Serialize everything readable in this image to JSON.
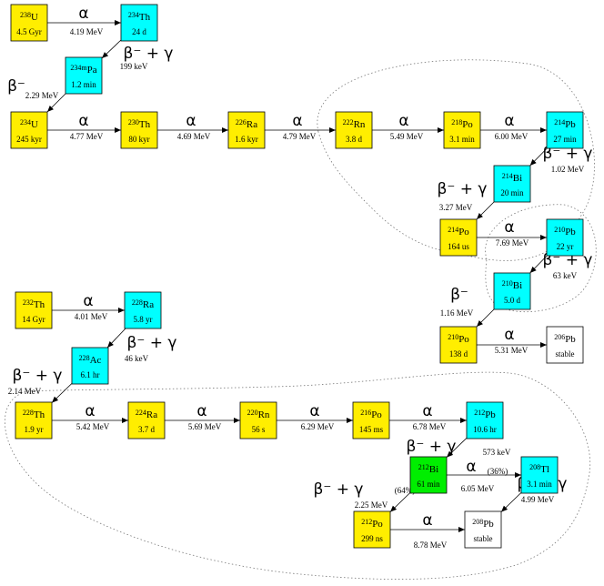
{
  "colors": {
    "alpha_parent": "#ffee00",
    "beta_parent": "#00ffff",
    "branching": "#00ee00",
    "stable": "#ffffff",
    "border": "#000000",
    "region_outline": "#777777"
  },
  "nodes": [
    {
      "id": "U238",
      "mass": "238",
      "element": "U",
      "halflife": "4.5 Gyr",
      "kind": "alpha_parent"
    },
    {
      "id": "Th234",
      "mass": "234",
      "element": "Th",
      "halflife": "24 d",
      "kind": "beta_parent"
    },
    {
      "id": "Pa234m",
      "mass": "234m",
      "element": "Pa",
      "halflife": "1.2 min",
      "kind": "beta_parent"
    },
    {
      "id": "U234",
      "mass": "234",
      "element": "U",
      "halflife": "245 kyr",
      "kind": "alpha_parent"
    },
    {
      "id": "Th230",
      "mass": "230",
      "element": "Th",
      "halflife": "80 kyr",
      "kind": "alpha_parent"
    },
    {
      "id": "Ra226",
      "mass": "226",
      "element": "Ra",
      "halflife": "1.6 kyr",
      "kind": "alpha_parent"
    },
    {
      "id": "Rn222",
      "mass": "222",
      "element": "Rn",
      "halflife": "3.8 d",
      "kind": "alpha_parent"
    },
    {
      "id": "Po218",
      "mass": "218",
      "element": "Po",
      "halflife": "3.1 min",
      "kind": "alpha_parent"
    },
    {
      "id": "Pb214",
      "mass": "214",
      "element": "Pb",
      "halflife": "27 min",
      "kind": "beta_parent"
    },
    {
      "id": "Bi214",
      "mass": "214",
      "element": "Bi",
      "halflife": "20 min",
      "kind": "beta_parent"
    },
    {
      "id": "Po214",
      "mass": "214",
      "element": "Po",
      "halflife": "164 us",
      "kind": "alpha_parent"
    },
    {
      "id": "Pb210",
      "mass": "210",
      "element": "Pb",
      "halflife": "22 yr",
      "kind": "beta_parent"
    },
    {
      "id": "Bi210",
      "mass": "210",
      "element": "Bi",
      "halflife": "5.0 d",
      "kind": "beta_parent"
    },
    {
      "id": "Po210",
      "mass": "210",
      "element": "Po",
      "halflife": "138 d",
      "kind": "alpha_parent"
    },
    {
      "id": "Pb206",
      "mass": "206",
      "element": "Pb",
      "halflife": "stable",
      "kind": "stable"
    },
    {
      "id": "Th232",
      "mass": "232",
      "element": "Th",
      "halflife": "14 Gyr",
      "kind": "alpha_parent"
    },
    {
      "id": "Ra228",
      "mass": "228",
      "element": "Ra",
      "halflife": "5.8 yr",
      "kind": "beta_parent"
    },
    {
      "id": "Ac228",
      "mass": "228",
      "element": "Ac",
      "halflife": "6.1 hr",
      "kind": "beta_parent"
    },
    {
      "id": "Th228",
      "mass": "228",
      "element": "Th",
      "halflife": "1.9 yr",
      "kind": "alpha_parent"
    },
    {
      "id": "Ra224",
      "mass": "224",
      "element": "Ra",
      "halflife": "3.7 d",
      "kind": "alpha_parent"
    },
    {
      "id": "Rn220",
      "mass": "220",
      "element": "Rn",
      "halflife": "56 s",
      "kind": "alpha_parent"
    },
    {
      "id": "Po216",
      "mass": "216",
      "element": "Po",
      "halflife": "145 ms",
      "kind": "alpha_parent"
    },
    {
      "id": "Pb212",
      "mass": "212",
      "element": "Pb",
      "halflife": "10.6 hr",
      "kind": "beta_parent"
    },
    {
      "id": "Bi212",
      "mass": "212",
      "element": "Bi",
      "halflife": "61 min",
      "kind": "branching"
    },
    {
      "id": "Tl208",
      "mass": "208",
      "element": "Tl",
      "halflife": "3.1 min",
      "kind": "beta_parent"
    },
    {
      "id": "Po212",
      "mass": "212",
      "element": "Po",
      "halflife": "299 ns",
      "kind": "alpha_parent"
    },
    {
      "id": "Pb208",
      "mass": "208",
      "element": "Pb",
      "halflife": "stable",
      "kind": "stable"
    }
  ],
  "decays": [
    {
      "from": "U238",
      "to": "Th234",
      "type": "α",
      "energy": "4.19 MeV"
    },
    {
      "from": "Th234",
      "to": "Pa234m",
      "type": "β⁻ + γ",
      "energy": "199 keV"
    },
    {
      "from": "Pa234m",
      "to": "U234",
      "type": "β⁻",
      "energy": "2.29 MeV"
    },
    {
      "from": "U234",
      "to": "Th230",
      "type": "α",
      "energy": "4.77 MeV"
    },
    {
      "from": "Th230",
      "to": "Ra226",
      "type": "α",
      "energy": "4.69 MeV"
    },
    {
      "from": "Ra226",
      "to": "Rn222",
      "type": "α",
      "energy": "4.79 MeV"
    },
    {
      "from": "Rn222",
      "to": "Po218",
      "type": "α",
      "energy": "5.49 MeV"
    },
    {
      "from": "Po218",
      "to": "Pb214",
      "type": "α",
      "energy": "6.00 MeV"
    },
    {
      "from": "Pb214",
      "to": "Bi214",
      "type": "β⁻ + γ",
      "energy": "1.02 MeV"
    },
    {
      "from": "Bi214",
      "to": "Po214",
      "type": "β⁻ + γ",
      "energy": "3.27 MeV"
    },
    {
      "from": "Po214",
      "to": "Pb210",
      "type": "α",
      "energy": "7.69 MeV"
    },
    {
      "from": "Pb210",
      "to": "Bi210",
      "type": "β⁻ + γ",
      "energy": "63 keV"
    },
    {
      "from": "Bi210",
      "to": "Po210",
      "type": "β⁻",
      "energy": "1.16 MeV"
    },
    {
      "from": "Po210",
      "to": "Pb206",
      "type": "α",
      "energy": "5.31 MeV"
    },
    {
      "from": "Th232",
      "to": "Ra228",
      "type": "α",
      "energy": "4.01 MeV"
    },
    {
      "from": "Ra228",
      "to": "Ac228",
      "type": "β⁻ + γ",
      "energy": "46 keV"
    },
    {
      "from": "Ac228",
      "to": "Th228",
      "type": "β⁻ + γ",
      "energy": "2.14 MeV"
    },
    {
      "from": "Th228",
      "to": "Ra224",
      "type": "α",
      "energy": "5.42 MeV"
    },
    {
      "from": "Ra224",
      "to": "Rn220",
      "type": "α",
      "energy": "5.69 MeV"
    },
    {
      "from": "Rn220",
      "to": "Po216",
      "type": "α",
      "energy": "6.29 MeV"
    },
    {
      "from": "Po216",
      "to": "Pb212",
      "type": "α",
      "energy": "6.78 MeV"
    },
    {
      "from": "Pb212",
      "to": "Bi212",
      "type": "β⁻ + γ",
      "energy": "573 keV"
    },
    {
      "from": "Bi212",
      "to": "Tl208",
      "type": "α",
      "energy": "6.05 MeV",
      "branch": "(36%)"
    },
    {
      "from": "Bi212",
      "to": "Po212",
      "type": "β⁻ + γ",
      "energy": "2.25 MeV",
      "branch": "(64%)"
    },
    {
      "from": "Tl208",
      "to": "Pb208",
      "type": "β⁻ + γ",
      "energy": "4.99 MeV"
    },
    {
      "from": "Po212",
      "to": "Pb208",
      "type": "α",
      "energy": "8.78 MeV"
    }
  ]
}
